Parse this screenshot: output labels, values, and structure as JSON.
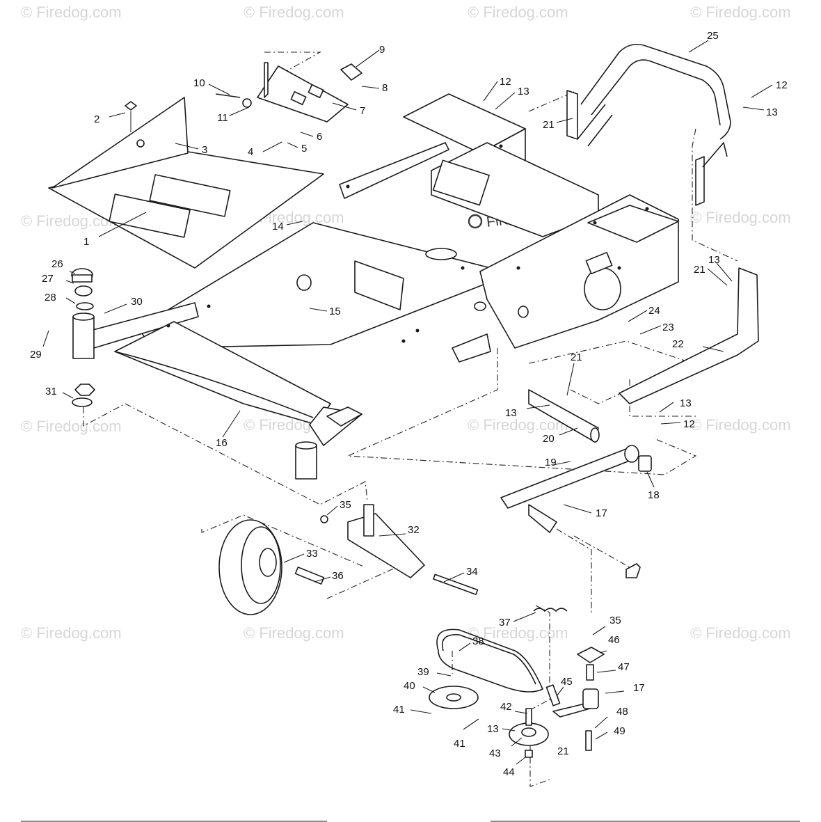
{
  "watermark": {
    "text": "© Firedog.com",
    "center_text": "Firedog.com",
    "color": "#d6d6d6"
  },
  "diagram": {
    "line_color": "#1a1a1a",
    "background": "#ffffff",
    "callouts": [
      "1",
      "2",
      "3",
      "4",
      "5",
      "6",
      "7",
      "8",
      "9",
      "10",
      "11",
      "12",
      "12",
      "12",
      "13",
      "13",
      "13",
      "13",
      "13",
      "13",
      "14",
      "15",
      "16",
      "17",
      "17",
      "18",
      "19",
      "20",
      "21",
      "21",
      "21",
      "21",
      "22",
      "23",
      "24",
      "25",
      "26",
      "27",
      "28",
      "29",
      "30",
      "31",
      "32",
      "33",
      "34",
      "35",
      "35",
      "36",
      "37",
      "38",
      "39",
      "40",
      "41",
      "41",
      "42",
      "43",
      "44",
      "45",
      "46",
      "47",
      "48",
      "49"
    ]
  }
}
